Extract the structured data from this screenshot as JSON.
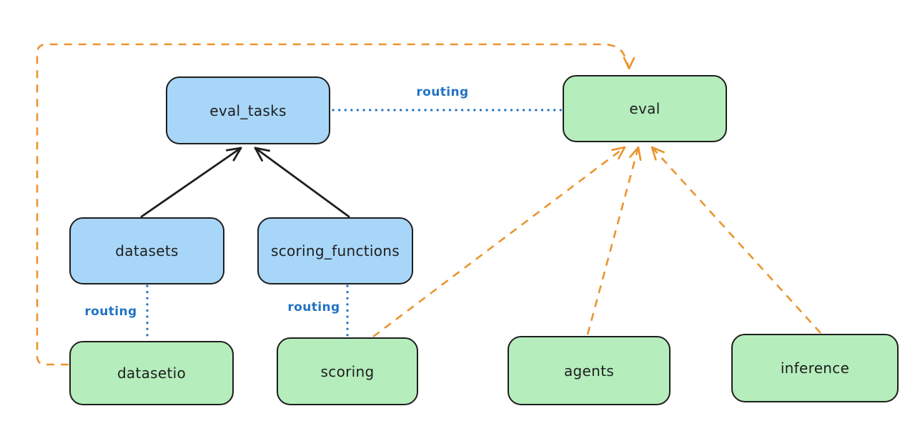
{
  "nodes": {
    "eval_tasks": {
      "label": "eval_tasks"
    },
    "eval": {
      "label": "eval"
    },
    "datasets": {
      "label": "datasets"
    },
    "scoring_functions": {
      "label": "scoring_functions"
    },
    "datasetio": {
      "label": "datasetio"
    },
    "scoring": {
      "label": "scoring"
    },
    "agents": {
      "label": "agents"
    },
    "inference": {
      "label": "inference"
    }
  },
  "edge_labels": {
    "routing_top": "routing",
    "routing_datasets": "routing",
    "routing_scoring": "routing"
  },
  "edges": [
    {
      "from": "datasets",
      "to": "eval_tasks",
      "style": "solid-arrow",
      "color": "black"
    },
    {
      "from": "scoring_functions",
      "to": "eval_tasks",
      "style": "solid-arrow",
      "color": "black"
    },
    {
      "from": "eval_tasks",
      "to": "eval",
      "style": "dotted-line",
      "color": "blue",
      "label": "routing"
    },
    {
      "from": "datasets",
      "to": "datasetio",
      "style": "dotted-line",
      "color": "blue",
      "label": "routing"
    },
    {
      "from": "scoring_functions",
      "to": "scoring",
      "style": "dotted-line",
      "color": "blue",
      "label": "routing"
    },
    {
      "from": "datasetio",
      "to": "eval",
      "style": "dashed-arrow",
      "color": "orange"
    },
    {
      "from": "scoring",
      "to": "eval",
      "style": "dashed-arrow",
      "color": "orange"
    },
    {
      "from": "agents",
      "to": "eval",
      "style": "dashed-arrow",
      "color": "orange"
    },
    {
      "from": "inference",
      "to": "eval",
      "style": "dashed-arrow",
      "color": "orange"
    }
  ],
  "colors": {
    "background": "#ffffff",
    "node_stroke": "#1e1e1e",
    "blue_fill": "#a8d6f8",
    "green_fill": "#b5edbc",
    "routing_blue": "#2273c4",
    "arrow_orange": "#ea942e",
    "arrow_black": "#1e1e1e"
  }
}
